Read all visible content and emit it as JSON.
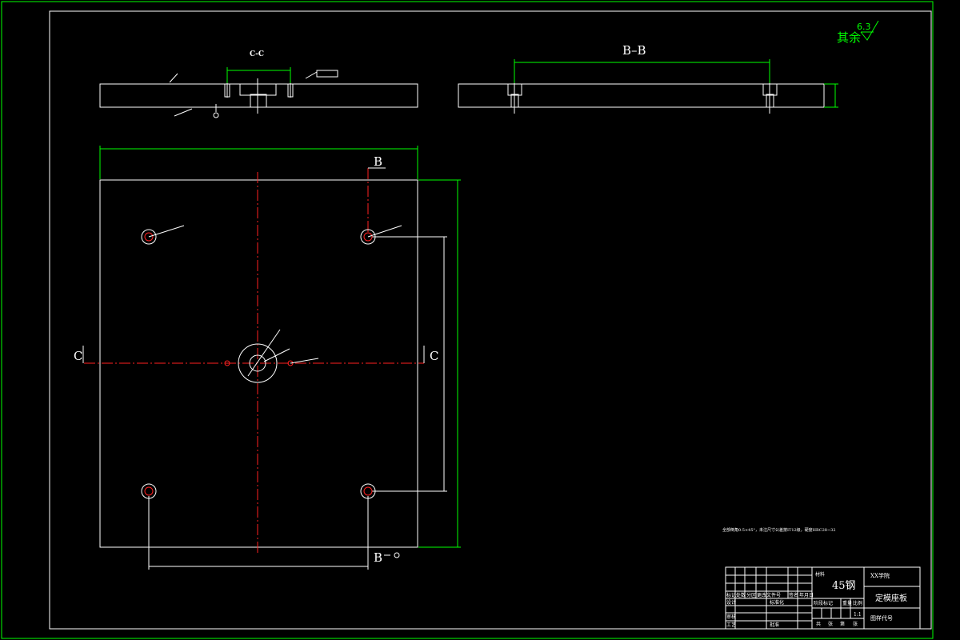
{
  "drawing": {
    "section_cc_label": "C-C",
    "section_bb_label": "B–B",
    "cut_label_b": "B",
    "cut_label_c": "C",
    "roughness_note": "其余",
    "roughness_value": "6.3",
    "tech_requirement": "全部倒角0.5×45°，未注尺寸公差按IT12级，硬度HRC28~32",
    "colors": {
      "border": "#00ff00",
      "outline": "#ffffff",
      "center": "#ff2020"
    }
  },
  "title_block": {
    "material": "45钢",
    "material_label": "材料",
    "school": "XX学院",
    "part_name": "定模座板",
    "drawing_code_label": "图样代号",
    "scale_value": "1:1",
    "rev_header": [
      "标记",
      "处数",
      "分区",
      "更改文件号",
      "签名",
      "年月日"
    ],
    "row_labels": [
      "设计",
      "审核",
      "工艺"
    ],
    "standardize": "标准化",
    "approve": "批准",
    "stage_label": "阶段标记",
    "weight_label": "重量",
    "scale_label": "比例",
    "sheets": [
      "共",
      "张",
      "第",
      "张"
    ]
  }
}
